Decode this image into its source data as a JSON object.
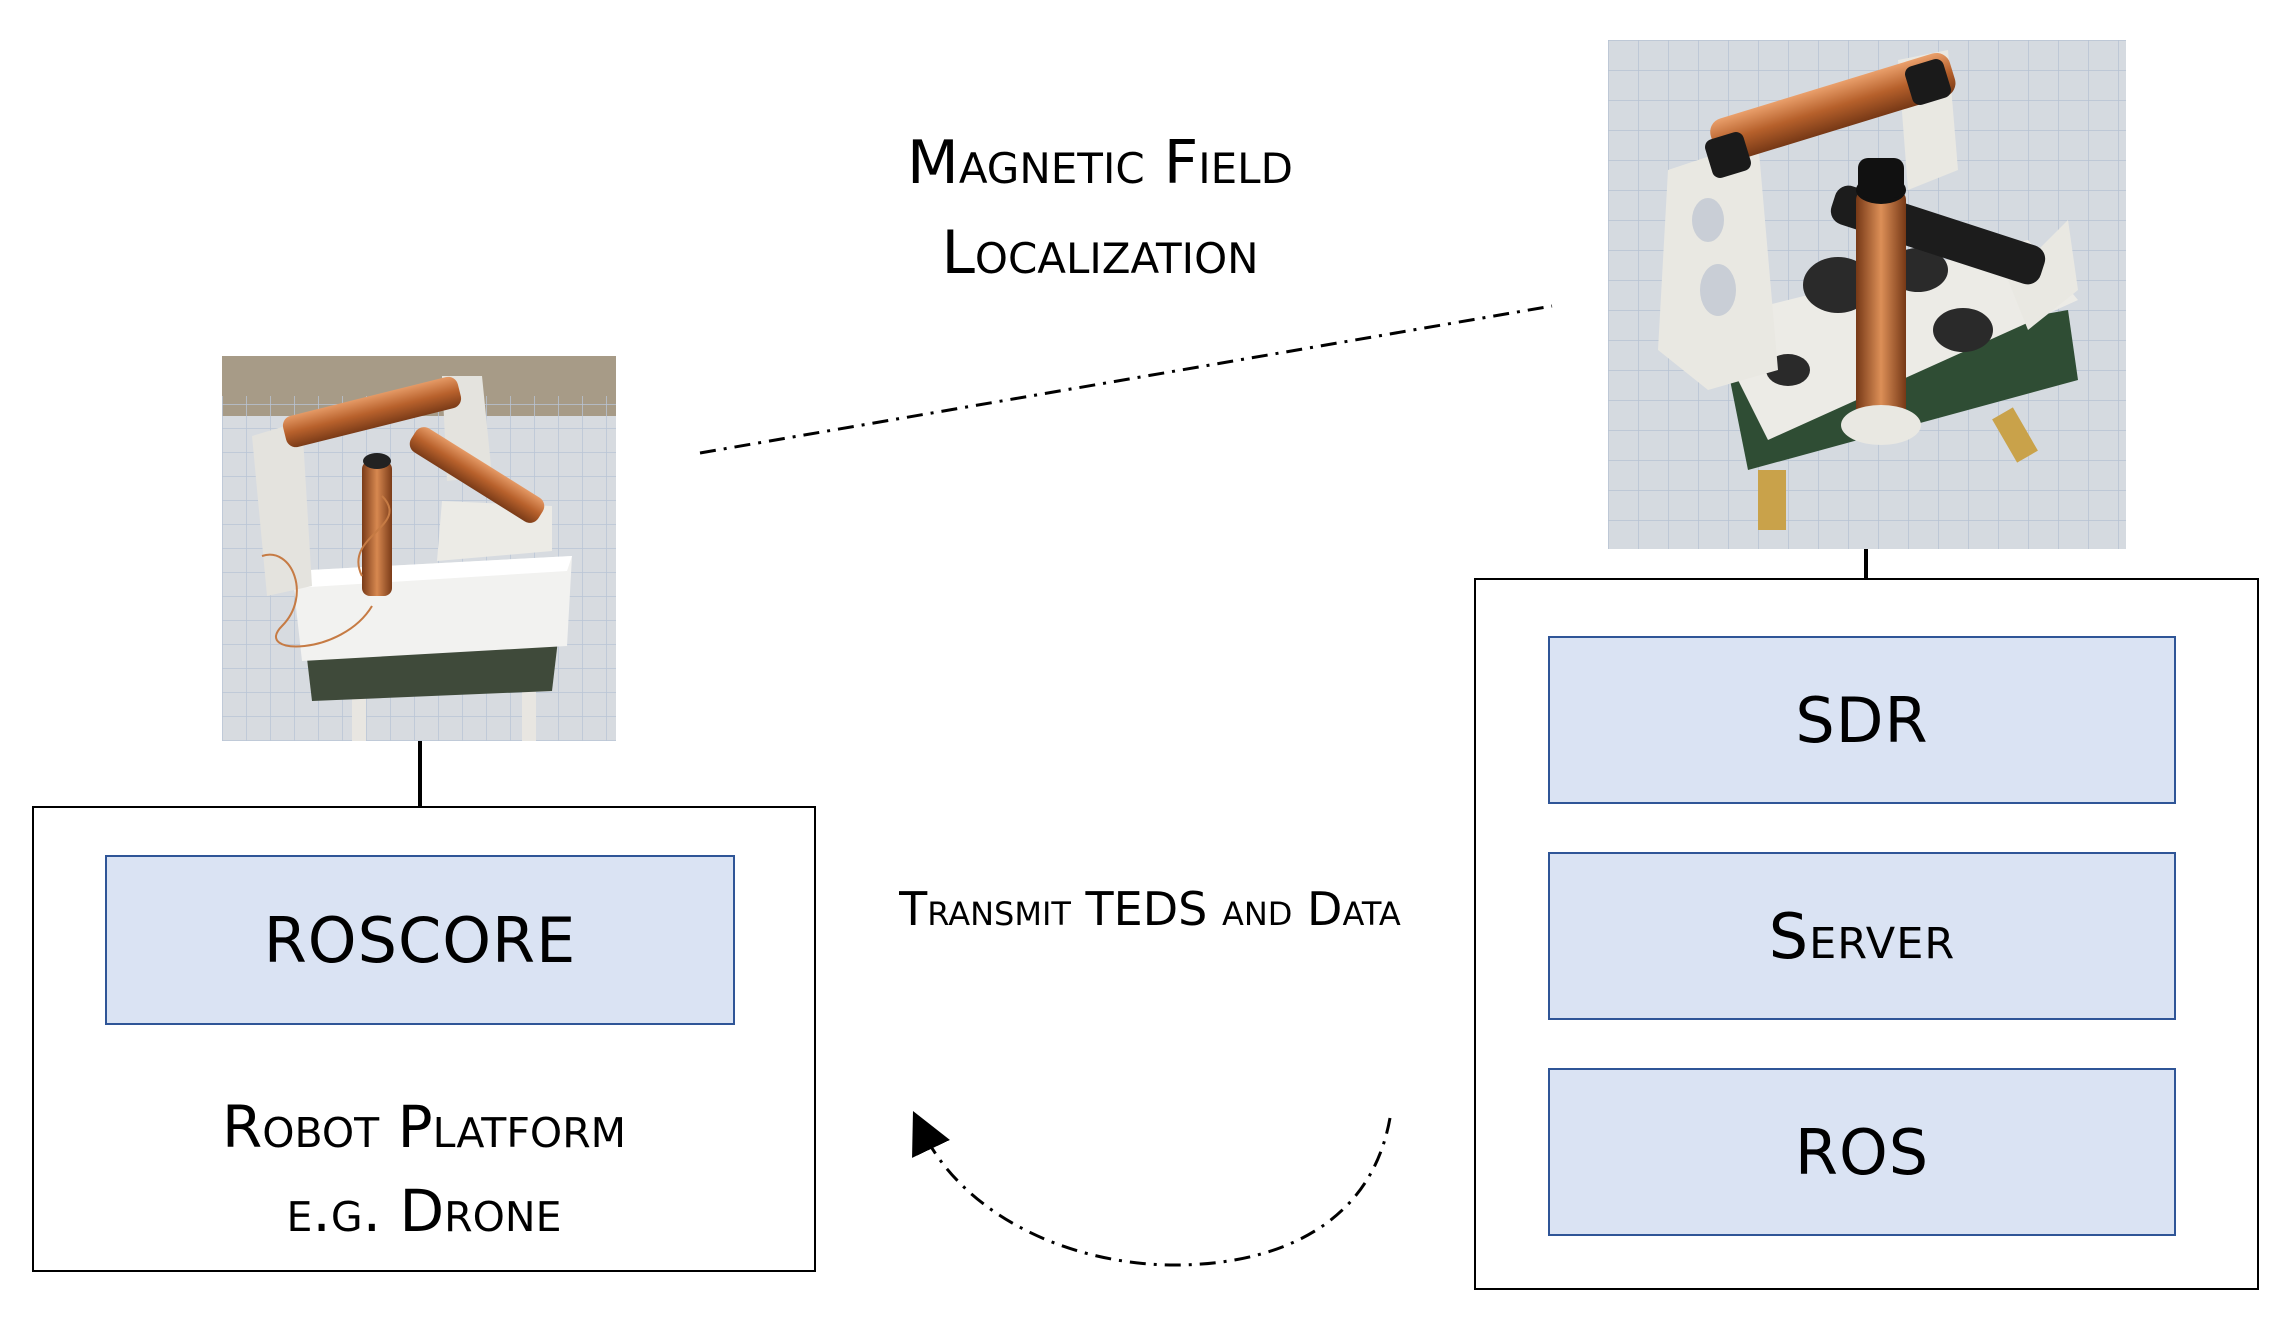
{
  "magnetic_field_label": [
    "Magnetic Field",
    "Localization"
  ],
  "transmit_label": "Transmit TEDS and Data",
  "robot_side": {
    "block": "ROSCORE",
    "caption": [
      "Robot Platform",
      "e.g. Drone"
    ]
  },
  "anchor_side": {
    "blocks": [
      "SDR",
      "Server",
      "ROS"
    ]
  },
  "colors": {
    "block_fill": "#dae3f3",
    "block_border": "#2f5597",
    "line": "#000000"
  }
}
